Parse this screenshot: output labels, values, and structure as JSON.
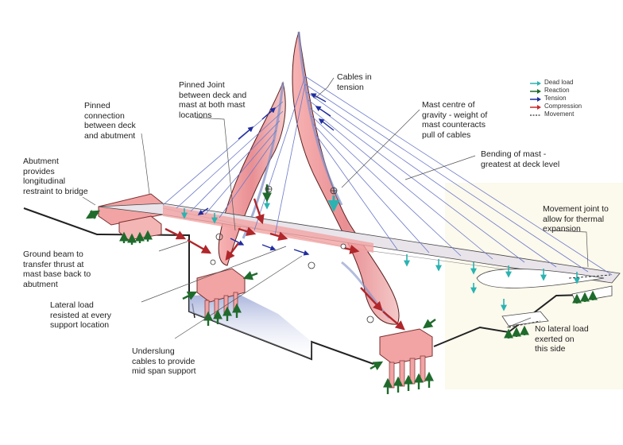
{
  "legend": [
    {
      "label": "Dead load",
      "color": "#2bb3b1",
      "style": "arrow"
    },
    {
      "label": "Reaction",
      "color": "#1f6b2c",
      "style": "arrow"
    },
    {
      "label": "Tension",
      "color": "#1f2c9e",
      "style": "arrow"
    },
    {
      "label": "Compression",
      "color": "#c8292e",
      "style": "arrow"
    },
    {
      "label": "Movement",
      "color": "#333333",
      "style": "dashed"
    }
  ],
  "annotations": {
    "cables_tension": "Cables in\ntension",
    "pinned_joint": "Pinned Joint\nbetween deck and\nmast at both mast\nlocations",
    "pinned_connection": "Pinned\nconnection\nbetween deck\nand abutment",
    "mast_centre": "Mast centre of\ngravity - weight of\nmast counteracts\npull of cables",
    "bending_mast": "Bending of mast -\ngreatest at deck level",
    "abutment": "Abutment\nprovides\nlongitudinal\nrestraint to bridge",
    "movement_joint": "Movement joint to\nallow for thermal\nexpansion",
    "ground_beam": "Ground beam to\ntransfer thrust at\nmast base back to\nabutment",
    "lateral_load": "Lateral load\nresisted at every\nsupport location",
    "underslung": "Underslung\ncables to provide\nmid span support",
    "no_lateral": "No lateral load\nexerted on\nthis side"
  },
  "colors": {
    "dead_load": "#2bb3b1",
    "reaction": "#1f6b2c",
    "tension": "#1f2c9e",
    "compression": "#c8292e",
    "mast_fill": "#f2a3a3",
    "water": "#7f8fc8"
  }
}
